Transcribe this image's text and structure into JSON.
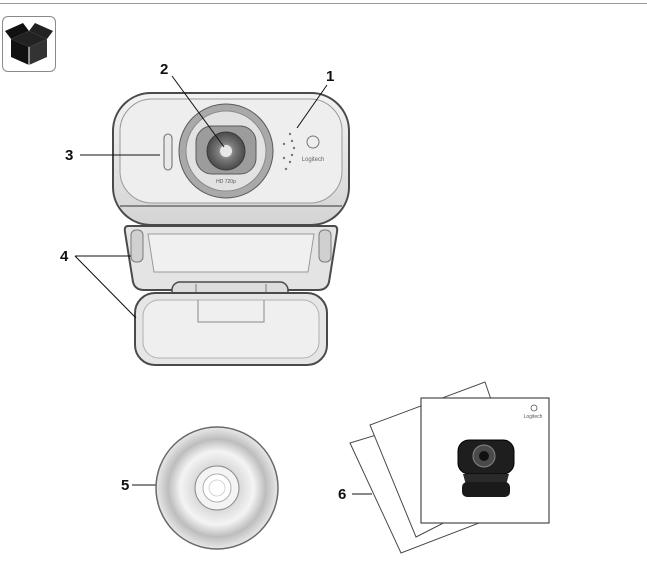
{
  "callouts": {
    "c1": "1",
    "c2": "2",
    "c3": "3",
    "c4": "4",
    "c5": "5",
    "c6": "6"
  },
  "camera": {
    "lens_text": "HD 720p",
    "brand_text": "Logitech"
  },
  "documents": {
    "brand_text": "Logitech"
  },
  "icons": {
    "box": "open-box-icon"
  },
  "colors": {
    "outline": "#4a4a4a",
    "shell": "#e6e6e6",
    "lens_ring": "#8d8d8d"
  }
}
